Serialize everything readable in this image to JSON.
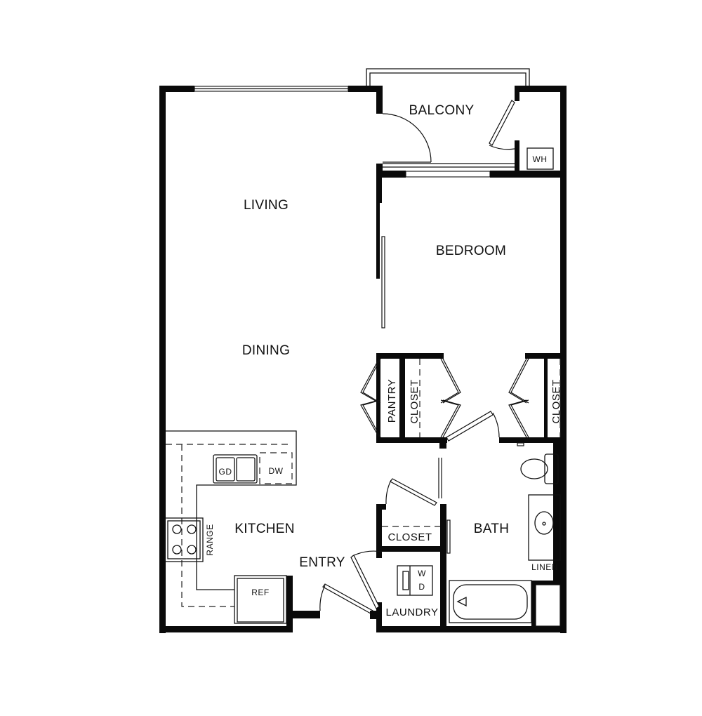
{
  "rooms": {
    "balcony": "BALCONY",
    "living": "LIVING",
    "bedroom": "BEDROOM",
    "dining": "DINING",
    "kitchen": "KITCHEN",
    "entry": "ENTRY",
    "bath": "BATH",
    "laundry": "LAUNDRY"
  },
  "closets": {
    "pantry": "PANTRY",
    "closet_left": "CLOSET",
    "closet_right": "CLOSET",
    "closet_hall": "CLOSET",
    "linen": "LINEN"
  },
  "fixtures": {
    "water_heater": "WH",
    "garbage_disposal": "GD",
    "dishwasher": "DW",
    "range": "RANGE",
    "refrigerator": "REF",
    "washer": "W",
    "dryer": "D"
  }
}
